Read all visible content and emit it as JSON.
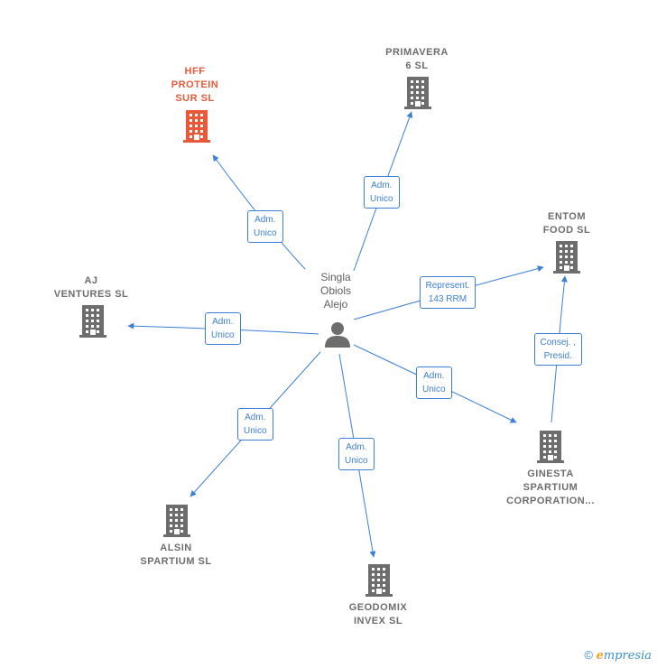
{
  "center": {
    "name": "Singla\nObiols\nAlejo"
  },
  "companies": [
    {
      "id": "hff",
      "name": "HFF\nPROTEIN\nSUR  SL",
      "highlight": true
    },
    {
      "id": "primavera",
      "name": "PRIMAVERA\n6  SL",
      "highlight": false
    },
    {
      "id": "entom",
      "name": "ENTOM\nFOOD  SL",
      "highlight": false
    },
    {
      "id": "aj",
      "name": "AJ\nVENTURES  SL",
      "highlight": false
    },
    {
      "id": "ginesta",
      "name": "GINESTA\nSPARTIUM\nCORPORATION...",
      "highlight": false
    },
    {
      "id": "alsin",
      "name": "ALSIN\nSPARTIUM  SL",
      "highlight": false
    },
    {
      "id": "geodomix",
      "name": "GEODOMIX\nINVEX  SL",
      "highlight": false
    }
  ],
  "relations": [
    {
      "to": "hff",
      "label": "Adm.\nUnico"
    },
    {
      "to": "primavera",
      "label": "Adm.\nUnico"
    },
    {
      "to": "entom",
      "label": "Represent.\n143 RRM"
    },
    {
      "to": "aj",
      "label": "Adm.\nUnico"
    },
    {
      "to": "ginesta",
      "label": "Adm.\nUnico"
    },
    {
      "to": "alsin",
      "label": "Adm.\nUnico"
    },
    {
      "to": "geodomix",
      "label": "Adm.\nUnico"
    },
    {
      "from": "ginesta",
      "to": "entom",
      "label": "Consej. ,\nPresid."
    }
  ],
  "footer": {
    "copyright": "©",
    "brand_initial": "e",
    "brand_rest": "mpresia"
  },
  "colors": {
    "edge": "#3d7fd4",
    "building": "#6d6d6d",
    "highlight": "#e8593a"
  }
}
